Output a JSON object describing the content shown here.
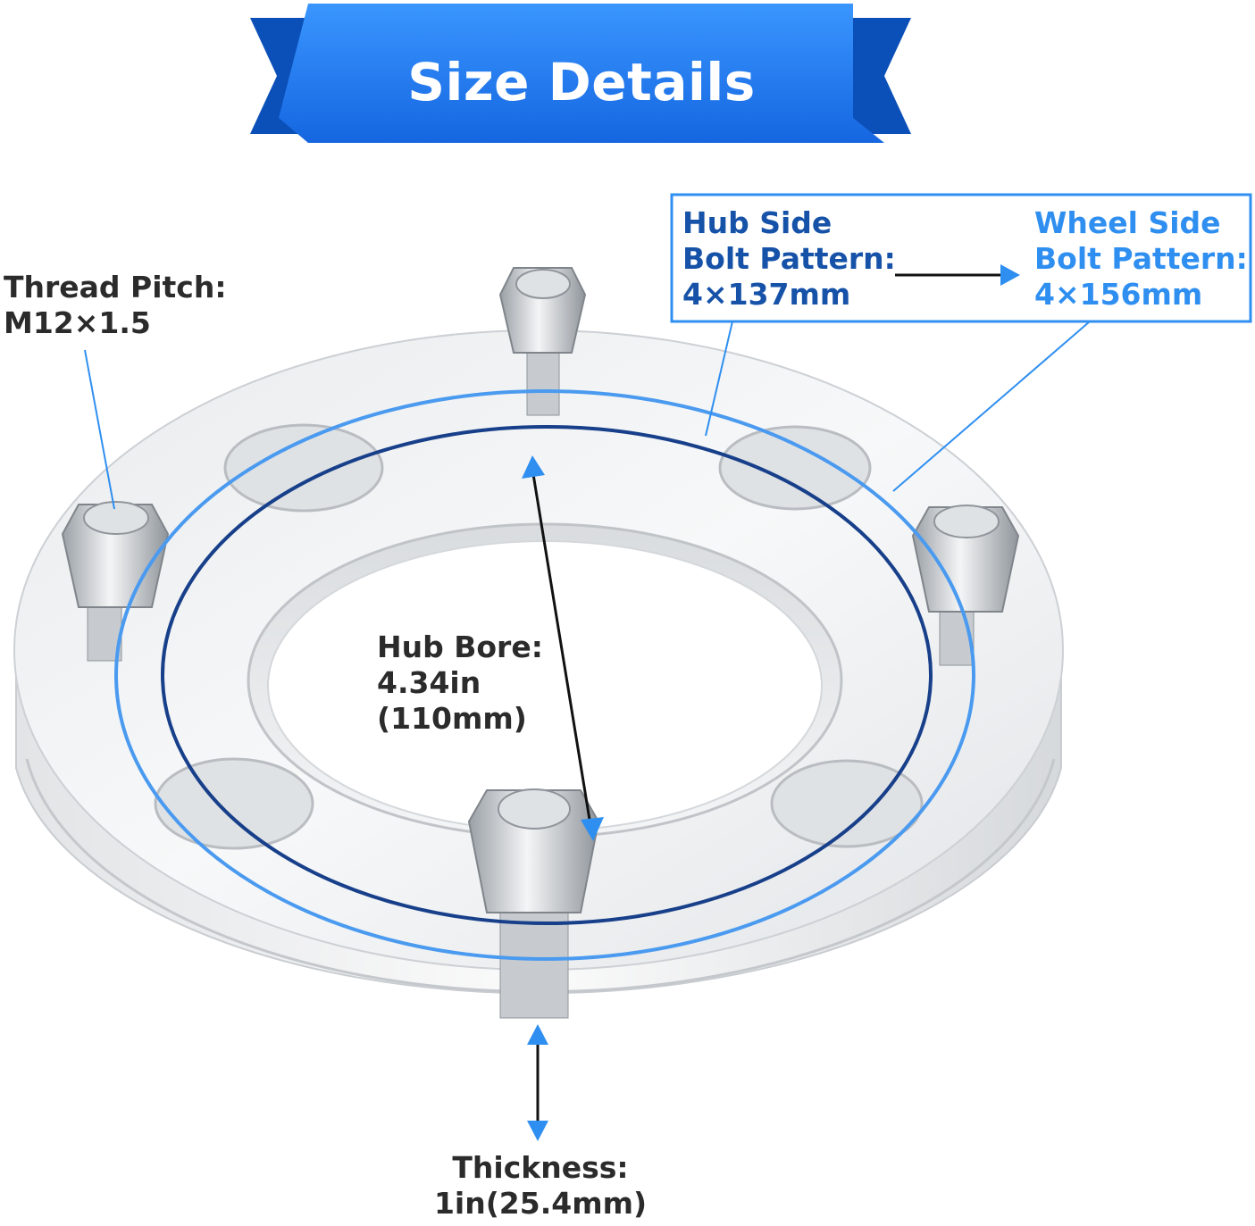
{
  "banner": {
    "title": "Size Details"
  },
  "thread_pitch": {
    "title": "Thread Pitch:",
    "value": "M12×1.5"
  },
  "hub_side": {
    "line1": "Hub Side",
    "line2": "Bolt Pattern:",
    "value": "4×137mm"
  },
  "wheel_side": {
    "line1": "Wheel Side",
    "line2": "Bolt Pattern:",
    "value": "4×156mm"
  },
  "hub_bore": {
    "title": "Hub Bore:",
    "value_in": "4.34in",
    "value_mm": "(110mm)"
  },
  "thickness": {
    "title": "Thickness:",
    "value": "1in(25.4mm)"
  },
  "colors": {
    "banner_blue": "#1f7ff0",
    "banner_dark": "#0b4fb8",
    "hub_ring": "#173f8a",
    "wheel_ring": "#4a9af0",
    "text": "#2b2b2b"
  }
}
